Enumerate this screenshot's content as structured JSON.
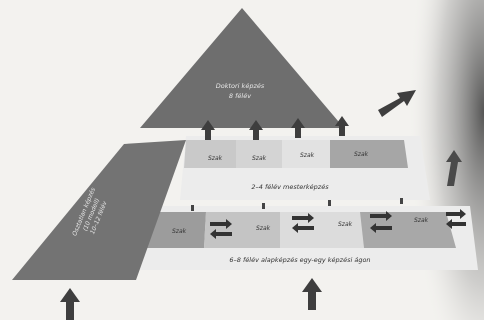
{
  "diagram": {
    "apex": {
      "line1": "Doktori képzés",
      "line2": "8 félév"
    },
    "side_block": {
      "line1": "Osztatlan képzés",
      "line2": "(10 modell)",
      "line3": "10–12 félév"
    },
    "middle_row_cells": [
      "Szak",
      "Szak",
      "Szak",
      "Szak"
    ],
    "middle_band_label": "2–4 félév mesterképzés",
    "lower_row_cells": [
      "Szak",
      "Szak",
      "Szak",
      "Szak"
    ],
    "lower_band_label": "6–8 félév alapképzés egy-egy képzési ágon"
  },
  "colors": {
    "apex_fill": "#6e6e6e",
    "side_fill": "#737373",
    "cell_light": "#d0d0d0",
    "cell_dark": "#9c9c9c",
    "band_fill": "#ececec",
    "arrow": "#3e3e3e"
  }
}
